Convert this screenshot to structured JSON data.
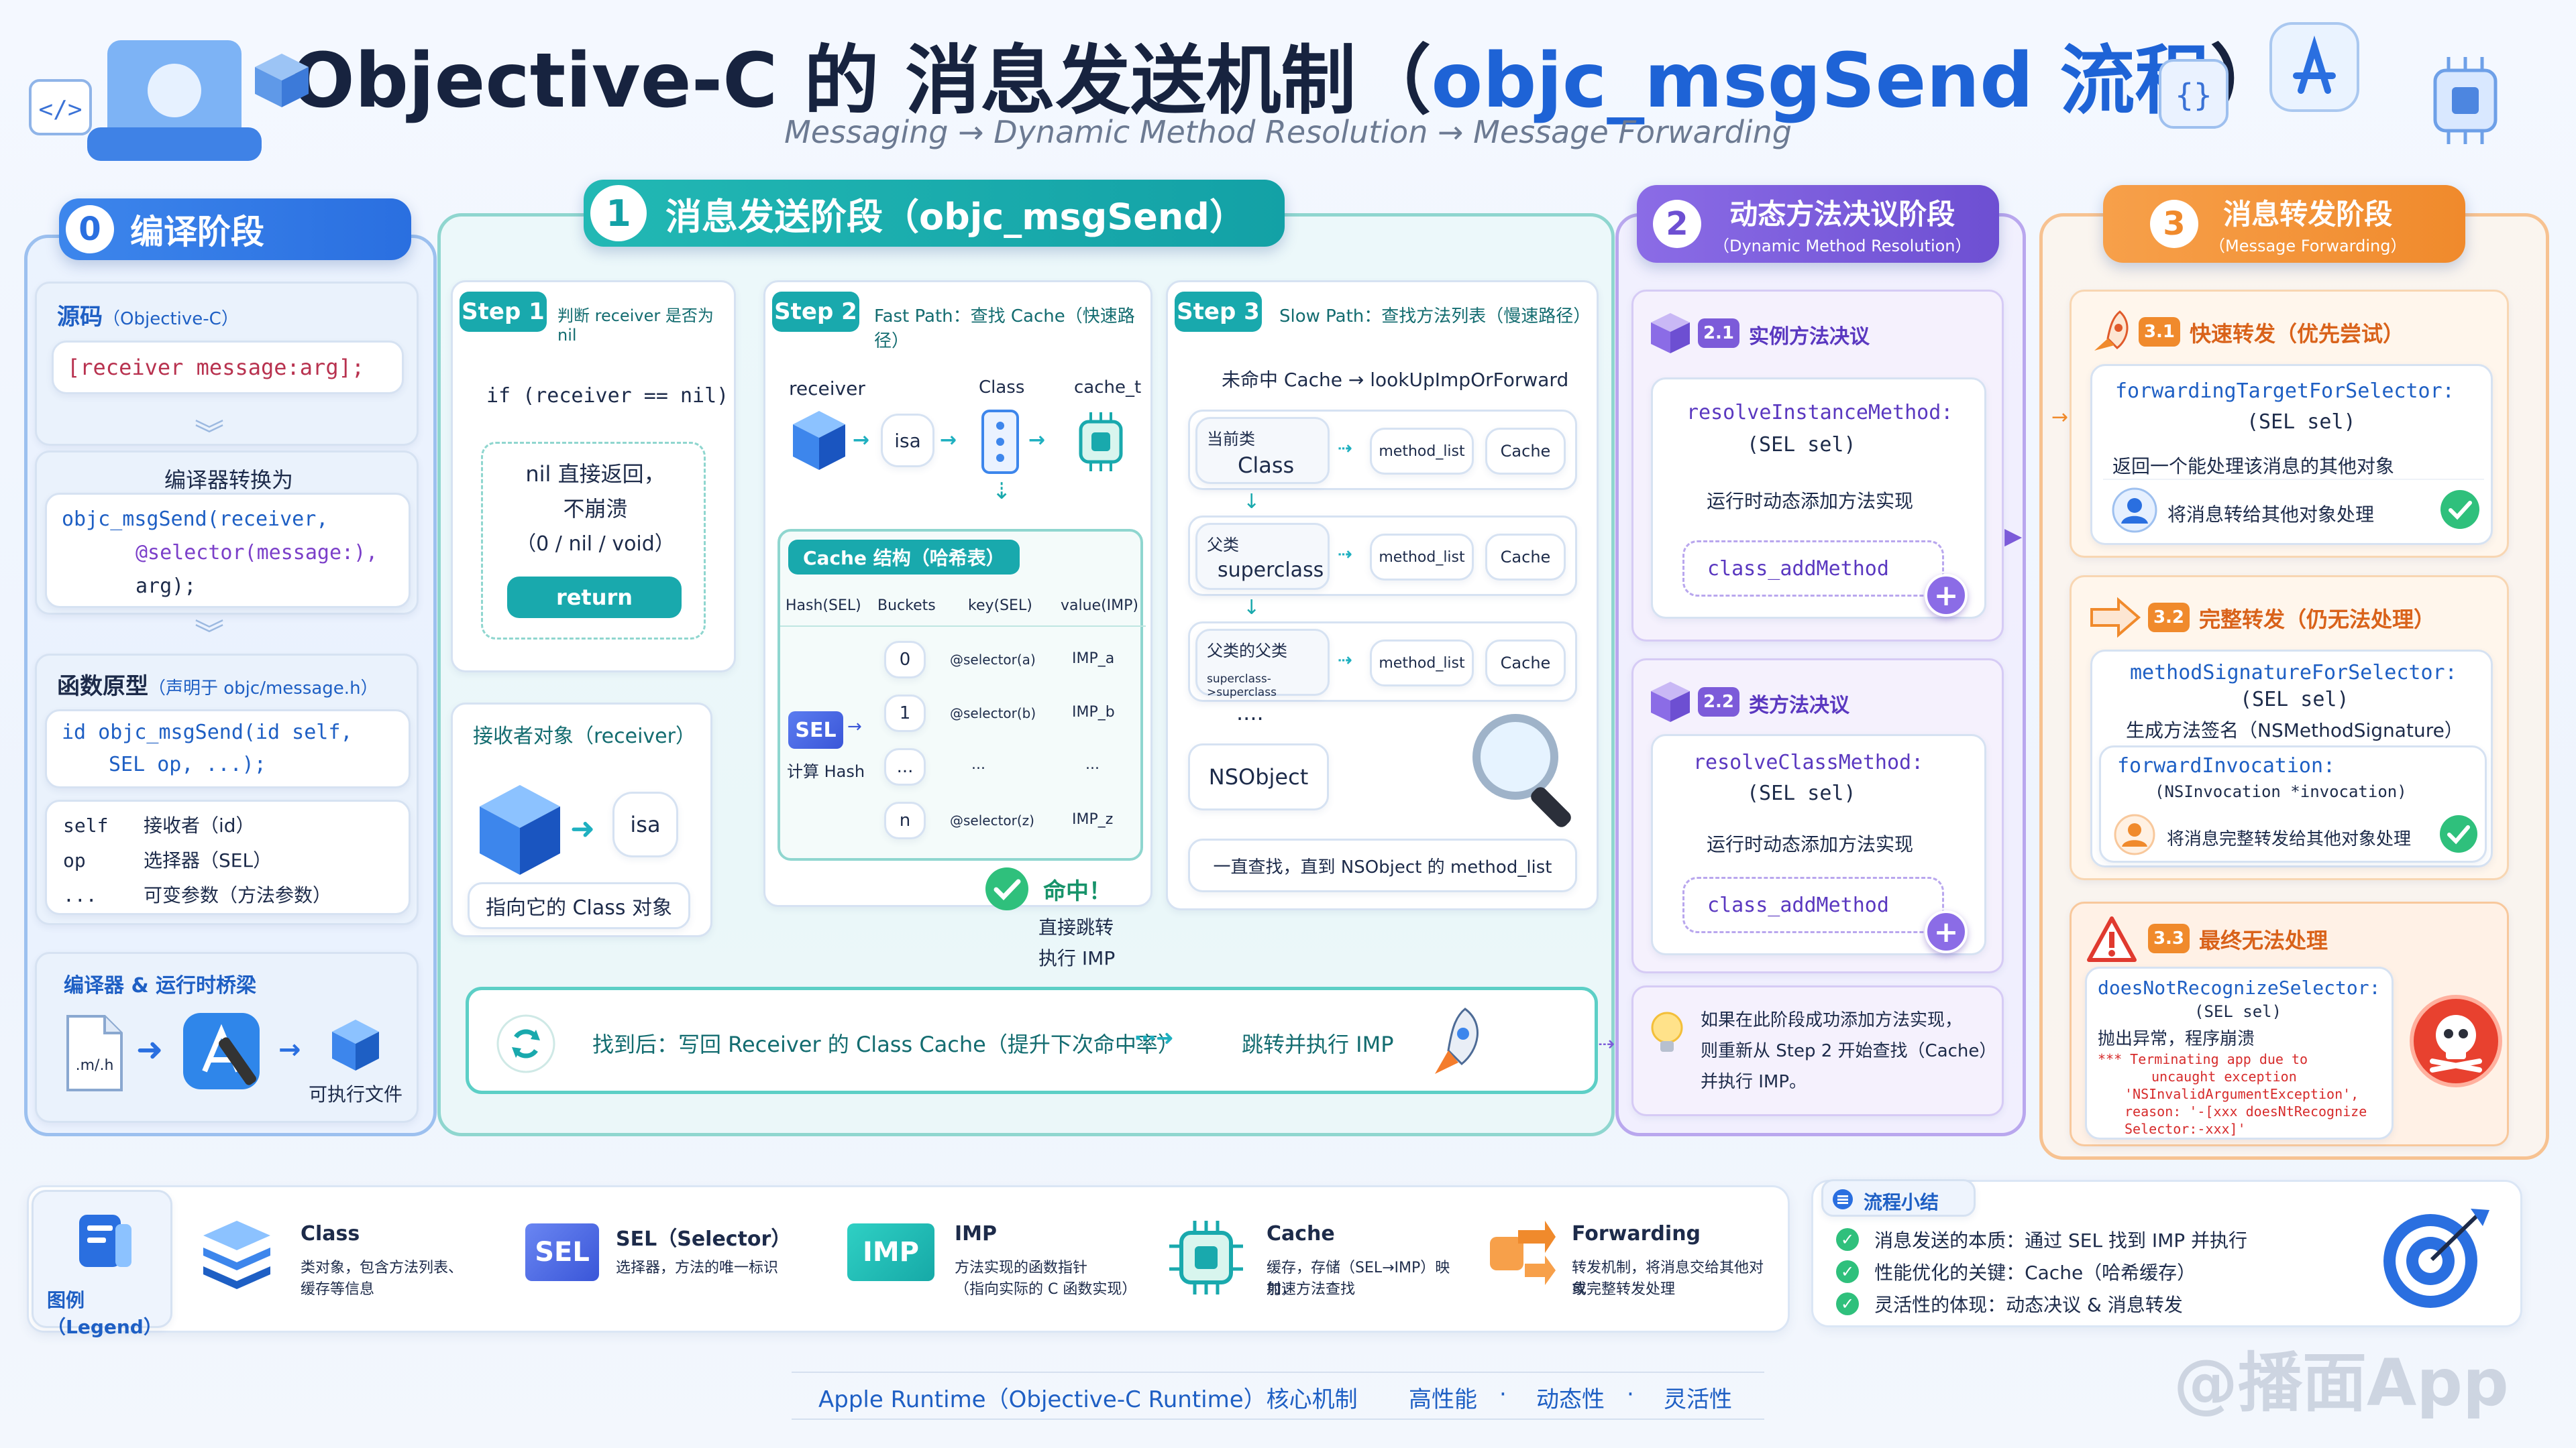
{
  "header": {
    "title_prefix": "Objective-C 的 消息发送机制（",
    "title_highlight": "objc_msgSend 流程",
    "title_suffix": "）",
    "subtitle": "Messaging → Dynamic Method Resolution → Message Forwarding"
  },
  "stage0": {
    "num": "0",
    "title": "编译阶段",
    "source_label": "源码",
    "source_sub": "（Objective-C）",
    "source_code": "[receiver message:arg];",
    "converts_label": "编译器转换为",
    "converted_line1": "objc_msgSend(receiver,",
    "converted_line2": "@selector(message:),",
    "converted_line3": "arg);",
    "proto_label": "函数原型",
    "proto_sub": "（声明于 objc/message.h）",
    "proto_line1": "id objc_msgSend(id self,",
    "proto_line2": "SEL op, ...);",
    "params": [
      {
        "name": "self",
        "desc": "接收者（id）"
      },
      {
        "name": "op",
        "desc": "选择器（SEL）"
      },
      {
        "name": "...",
        "desc": "可变参数（方法参数）"
      }
    ],
    "bridge_label": "编译器 & 运行时桥梁",
    "file_label": ".m/.h",
    "exe_label": "可执行文件"
  },
  "stage1": {
    "num": "1",
    "title": "消息发送阶段（objc_msgSend）",
    "step1": {
      "tag": "Step 1",
      "desc": "判断 receiver 是否为 nil",
      "code": "if (receiver == nil)",
      "result1": "nil 直接返回，",
      "result2": "不崩溃",
      "result3": "（0 / nil / void）",
      "button": "return"
    },
    "receiver_box": {
      "label": "接收者对象（receiver）",
      "isa": "isa",
      "footer": "指向它的 Class 对象"
    },
    "step2": {
      "tag": "Step 2",
      "desc": "Fast Path：查找 Cache（快速路径）",
      "receiver": "receiver",
      "class": "Class",
      "cache": "cache_t",
      "isa": "isa",
      "cache_title": "Cache 结构（哈希表）",
      "headers": [
        "Hash(SEL)",
        "Buckets",
        "key(SEL)",
        "value(IMP)"
      ],
      "sel": "SEL",
      "hash_label": "计算 Hash",
      "rows": [
        {
          "bucket": "0",
          "key": "@selector(a)",
          "value": "IMP_a"
        },
        {
          "bucket": "1",
          "key": "@selector(b)",
          "value": "IMP_b"
        },
        {
          "bucket": "...",
          "key": "...",
          "value": "..."
        },
        {
          "bucket": "n",
          "key": "@selector(z)",
          "value": "IMP_z"
        }
      ],
      "hit": "命中！",
      "hit_desc1": "直接跳转",
      "hit_desc2": "执行 IMP"
    },
    "step3": {
      "tag": "Step 3",
      "desc": "Slow Path：查找方法列表（慢速路径）",
      "miss": "未命中 Cache → lookUpImpOrForward",
      "levels": [
        {
          "small": "当前类",
          "big": "Class",
          "list": "method_list",
          "cache": "Cache"
        },
        {
          "small": "父类",
          "big": "superclass",
          "list": "method_list",
          "cache": "Cache"
        },
        {
          "small": "父类的父类",
          "big": "superclass->superclass",
          "list": "method_list",
          "cache": "Cache"
        }
      ],
      "dots": "····",
      "root": "NSObject",
      "footer": "一直查找，直到 NSObject 的 method_list"
    },
    "found": {
      "text": "找到后：写回 Receiver 的 Class Cache（提升下次命中率）",
      "jump": "跳转并执行 IMP"
    }
  },
  "stage2": {
    "num": "2",
    "title": "动态方法决议阶段",
    "sub": "（Dynamic Method Resolution）",
    "s21": {
      "tag": "2.1",
      "title": "实例方法决议",
      "method": "resolveInstanceMethod:",
      "param": "(SEL sel)",
      "desc": "运行时动态添加方法实现",
      "add": "class_addMethod"
    },
    "s22": {
      "tag": "2.2",
      "title": "类方法决议",
      "method": "resolveClassMethod:",
      "param": "(SEL sel)",
      "desc": "运行时动态添加方法实现",
      "add": "class_addMethod"
    },
    "note1": "如果在此阶段成功添加方法实现，",
    "note2": "则重新从 Step 2 开始查找（Cache）",
    "note3": "并执行 IMP。"
  },
  "stage3": {
    "num": "3",
    "title": "消息转发阶段",
    "sub": "（Message Forwarding）",
    "s31": {
      "tag": "3.1",
      "title": "快速转发（优先尝试）",
      "method": "forwardingTargetForSelector:",
      "param": "(SEL sel)",
      "desc": "返回一个能处理该消息的其他对象",
      "result": "将消息转给其他对象处理"
    },
    "s32": {
      "tag": "3.2",
      "title": "完整转发（仍无法处理）",
      "method1": "methodSignatureForSelector:",
      "param1": "(SEL sel)",
      "desc1": "生成方法签名（NSMethodSignature）",
      "method2": "forwardInvocation:",
      "param2": "(NSInvocation *invocation)",
      "result": "将消息完整转发给其他对象处理"
    },
    "s33": {
      "tag": "3.3",
      "title": "最终无法处理",
      "method": "doesNotRecognizeSelector:",
      "param": "(SEL sel)",
      "desc": "抛出异常，程序崩溃",
      "err1": "*** Terminating app due to",
      "err2": "uncaught exception",
      "err3": "'NSInvalidArgumentException',",
      "err4": "reason: '-[xxx doesNtRecognize",
      "err5": "Selector:-xxx]'"
    }
  },
  "legend": {
    "title": "图例（Legend）",
    "items": [
      {
        "name": "Class",
        "desc1": "类对象，包含方法列表、",
        "desc2": "缓存等信息"
      },
      {
        "name": "SEL（Selector）",
        "icon": "SEL",
        "desc1": "选择器，方法的唯一标识",
        "desc2": ""
      },
      {
        "name": "IMP",
        "icon": "IMP",
        "desc1": "方法实现的函数指针",
        "desc2": "（指向实际的 C 函数实现）"
      },
      {
        "name": "Cache",
        "desc1": "缓存，存储（SEL→IMP）映射，",
        "desc2": "加速方法查找"
      },
      {
        "name": "Forwarding",
        "desc1": "转发机制，将消息交给其他对象",
        "desc2": "或完整转发处理"
      }
    ]
  },
  "summary": {
    "title": "流程小结",
    "items": [
      "消息发送的本质：通过 SEL 找到 IMP 并执行",
      "性能优化的关键：Cache（哈希缓存）",
      "灵活性的体现：动态决议 & 消息转发"
    ]
  },
  "footer": {
    "main": "Apple Runtime（Objective-C Runtime）核心机制",
    "tags": [
      "高性能",
      "动态性",
      "灵活性"
    ],
    "watermark": "@播面App"
  },
  "colors": {
    "blue": "#2a6fe0",
    "teal": "#1fb3b1",
    "purple": "#7c5bd9",
    "orange": "#f08a2c"
  }
}
